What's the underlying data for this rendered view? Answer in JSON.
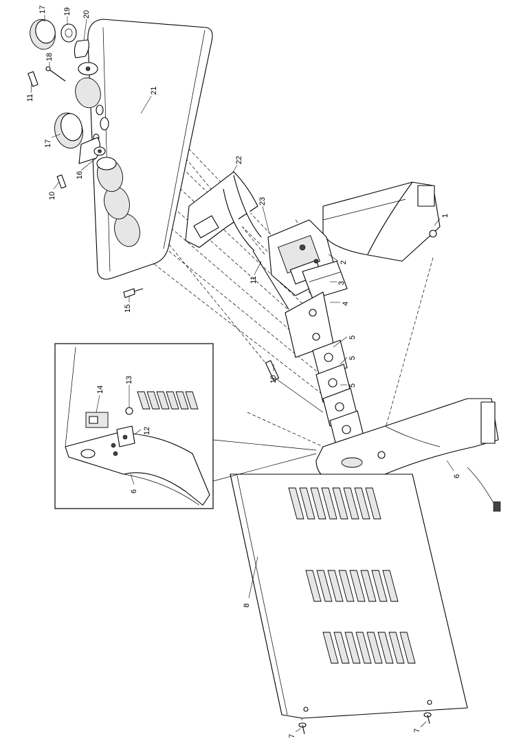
{
  "diagram": {
    "type": "exploded parts diagram",
    "callouts": {
      "c1": "1",
      "c2": "2",
      "c3": "3",
      "c4": "4",
      "c5a": "5",
      "c5b": "5",
      "c5c": "5",
      "c6a": "6",
      "c6b": "6",
      "c7a": "7",
      "c7b": "7",
      "c8": "8",
      "c10a": "10",
      "c10b": "10",
      "c11a": "11",
      "c11b": "11",
      "c12": "12",
      "c13": "13",
      "c14": "14",
      "c15": "15",
      "c16": "16",
      "c17a": "17",
      "c17b": "17",
      "c18": "18",
      "c19": "19",
      "c20": "20",
      "c21": "21",
      "c22": "22",
      "c23": "23"
    }
  }
}
